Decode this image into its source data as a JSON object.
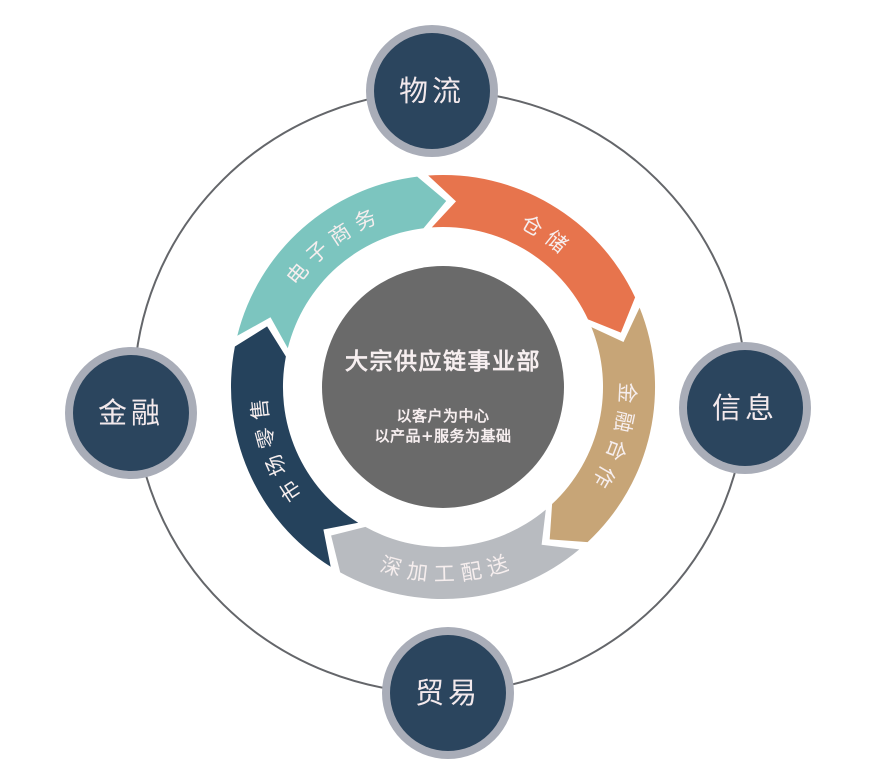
{
  "diagram": {
    "background_color": "#ffffff",
    "outer_ring_color": "#64666a",
    "center": {
      "title": "大宗供应链事业部",
      "subtitle_line1": "以客户为中心",
      "subtitle_line2": "以产品+服务为基础",
      "fill": "#6a6a6a",
      "text_color": "#f7eff0"
    },
    "nodes": [
      {
        "id": "logistics",
        "label": "物流",
        "position": "top"
      },
      {
        "id": "information",
        "label": "信息",
        "position": "right"
      },
      {
        "id": "trade",
        "label": "贸易",
        "position": "bottom"
      },
      {
        "id": "finance",
        "label": "金融",
        "position": "left"
      }
    ],
    "node_fill": "#2b455e",
    "node_ring_color": "#a9adb8",
    "node_text_color": "#f3e9ec",
    "segments": [
      {
        "id": "e-commerce",
        "label": "电子商务",
        "color": "#7cc5bf"
      },
      {
        "id": "warehousing",
        "label": "仓储",
        "color": "#e7744d"
      },
      {
        "id": "financial-cooperation",
        "label": "金融合作",
        "color": "#c7a577"
      },
      {
        "id": "processing-distribution",
        "label": "深加工配送",
        "color": "#b8bbc0"
      },
      {
        "id": "market-retail",
        "label": "市场零售",
        "color": "#25425c"
      }
    ],
    "segment_text_color": "#f6eeee"
  }
}
